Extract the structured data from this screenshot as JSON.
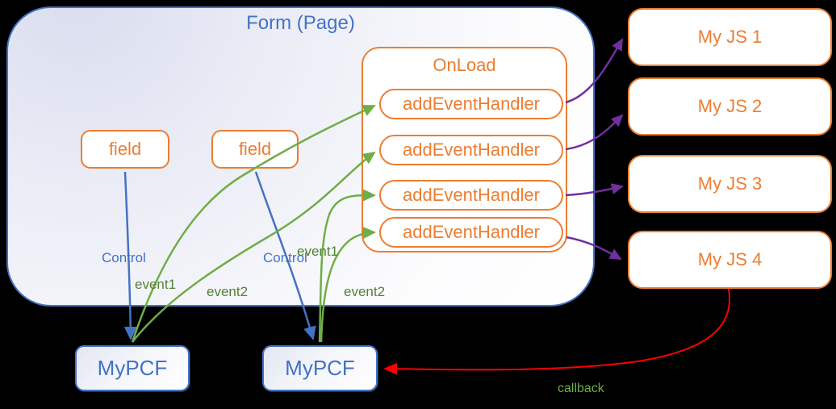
{
  "colors": {
    "orange": "#ED7D31",
    "blue": "#4472C4",
    "green": "#70AD47",
    "green_label": "#538135",
    "purple": "#7030A0",
    "red": "#FF0000",
    "form_fill_top": "#D9DDEE",
    "form_fill_bottom": "#FFFFFF"
  },
  "form": {
    "title": "Form (Page)"
  },
  "fields": [
    {
      "label": "field"
    },
    {
      "label": "field"
    }
  ],
  "onload": {
    "title": "OnLoad",
    "handlers": [
      {
        "label": "addEventHandler"
      },
      {
        "label": "addEventHandler"
      },
      {
        "label": "addEventHandler"
      },
      {
        "label": "addEventHandler"
      }
    ]
  },
  "js_modules": [
    {
      "label": "My JS 1"
    },
    {
      "label": "My JS 2"
    },
    {
      "label": "My JS 3"
    },
    {
      "label": "My JS 4"
    }
  ],
  "pcf_controls": [
    {
      "label": "MyPCF"
    },
    {
      "label": "MyPCF"
    }
  ],
  "edge_labels": {
    "control_left": "Control",
    "control_right": "Control",
    "event1_left": "event1",
    "event2_left": "event2",
    "event1_right": "event1",
    "event2_right": "event2",
    "callback": "callback"
  }
}
